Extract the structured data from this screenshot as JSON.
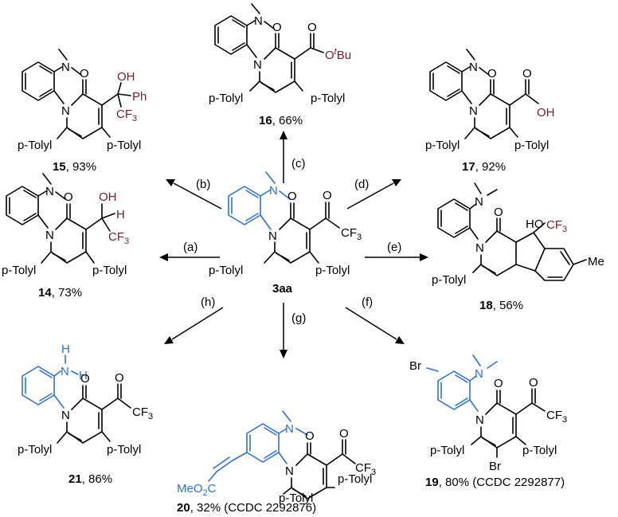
{
  "center": {
    "id": "3aa",
    "substituent": "p-Tolyl",
    "nme": "N",
    "oxo": "O",
    "cf3": "CF",
    "sub3": "3",
    "ring_n": "N"
  },
  "conditions": {
    "a": "(a)",
    "b": "(b)",
    "c": "(c)",
    "d": "(d)",
    "e": "(e)",
    "f": "(f)",
    "g": "(g)",
    "h": "(h)"
  },
  "products": {
    "p14": {
      "num": "14",
      "yield": ", 73%",
      "oh": "OH",
      "h": "H"
    },
    "p15": {
      "num": "15",
      "yield": ", 93%",
      "oh": "OH",
      "ph": "Ph"
    },
    "p16": {
      "num": "16",
      "yield": ", 66%",
      "o_ester": "O",
      "tbu_sup": "t",
      "tbu": "Bu"
    },
    "p17": {
      "num": "17",
      "yield": ", 92%",
      "oh": "OH"
    },
    "p18": {
      "num": "18",
      "yield": ", 56%",
      "ho": "HO",
      "me": "Me"
    },
    "p19": {
      "num": "19",
      "yield": ", 80% (CCDC 2292877)",
      "br": "Br"
    },
    "p20": {
      "num": "20",
      "yield": ", 32% (CCDC 2292876)",
      "meo2c": "MeO",
      "sub2": "2",
      "c": "C"
    },
    "p21": {
      "num": "21",
      "yield": ", 86%",
      "h": "H",
      "n": "N"
    }
  },
  "colors": {
    "black": "#000000",
    "highlight_blue": "#2f6fd6",
    "maroon": "#6b1f2a"
  }
}
